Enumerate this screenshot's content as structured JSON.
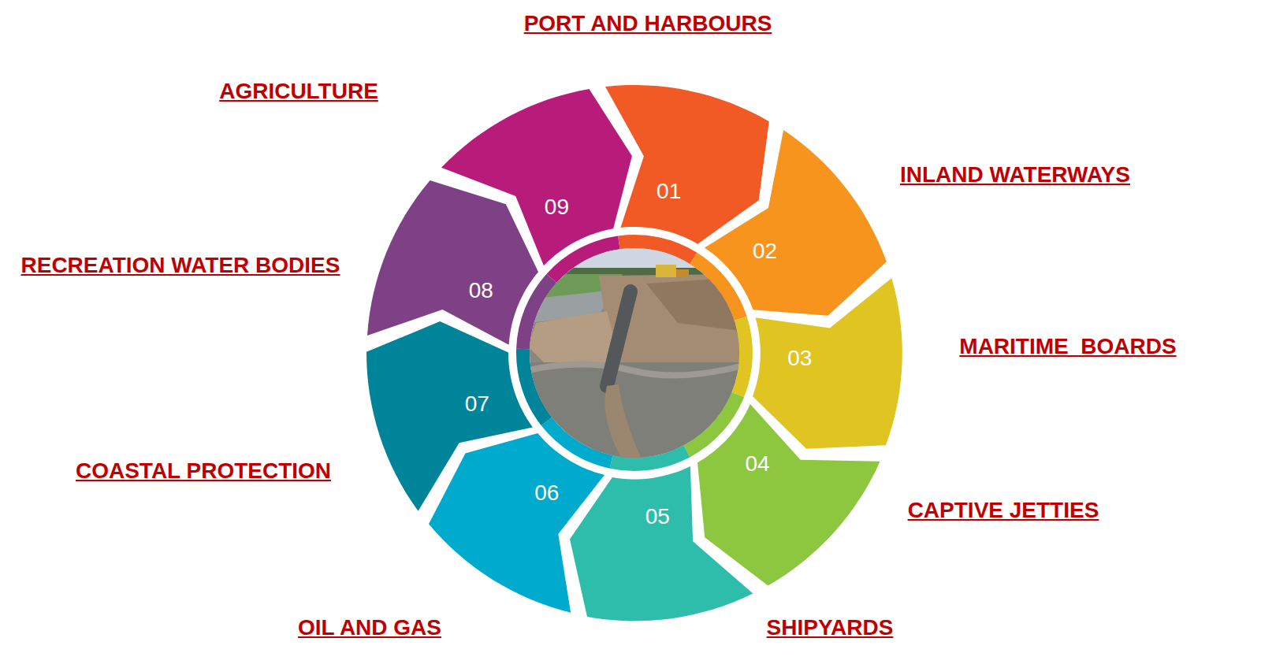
{
  "diagram": {
    "nodes": [
      {
        "text": [
          "01",
          "PORT AND HARBOURS"
        ]
      },
      {
        "text": [
          "02",
          "INLAND WATERWAYS"
        ]
      },
      {
        "text": [
          "03",
          "MARITIME  BOARDS"
        ]
      },
      {
        "text": [
          "04",
          "CAPTIVE JETTIES"
        ]
      },
      {
        "text": [
          "05",
          "SHIPYARDS"
        ]
      },
      {
        "text": [
          "06",
          "OIL AND GAS"
        ]
      },
      {
        "text": [
          "07",
          "COASTAL PROTECTION"
        ]
      },
      {
        "text": [
          "08",
          "RECREATION WATER BODIES"
        ]
      },
      {
        "text": [
          "09",
          "AGRICULTURE"
        ]
      }
    ]
  }
}
